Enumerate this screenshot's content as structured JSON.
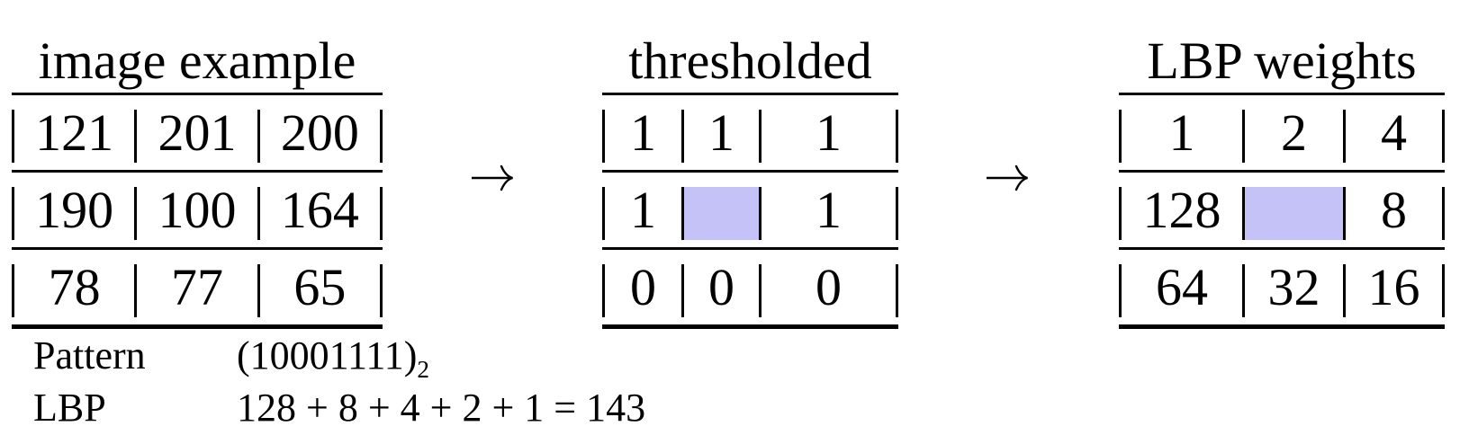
{
  "figure": {
    "background": "#ffffff",
    "text_color": "#000000",
    "highlight_color": "#c4c2f6"
  },
  "tables": [
    {
      "title": "image example",
      "rows": [
        [
          "121",
          "201",
          "200"
        ],
        [
          "190",
          "100",
          "164"
        ],
        [
          "78",
          "77",
          "65"
        ]
      ],
      "highlight_cell": null
    },
    {
      "title": "thresholded",
      "rows": [
        [
          "1",
          "1",
          "1"
        ],
        [
          "1",
          "",
          "1"
        ],
        [
          "0",
          "0",
          "0"
        ]
      ],
      "highlight_cell": "center"
    },
    {
      "title": "LBP weights",
      "rows": [
        [
          "1",
          "2",
          "4"
        ],
        [
          "128",
          "",
          "8"
        ],
        [
          "64",
          "32",
          "16"
        ]
      ],
      "highlight_cell": "center"
    }
  ],
  "arrows": [
    "→",
    "→"
  ],
  "footer": {
    "pattern_label": "Pattern",
    "pattern_value": "(10001111)",
    "pattern_subscript": "2",
    "lbp_label": "LBP",
    "lbp_value": "128 + 8 + 4 + 2 + 1 = 143"
  }
}
